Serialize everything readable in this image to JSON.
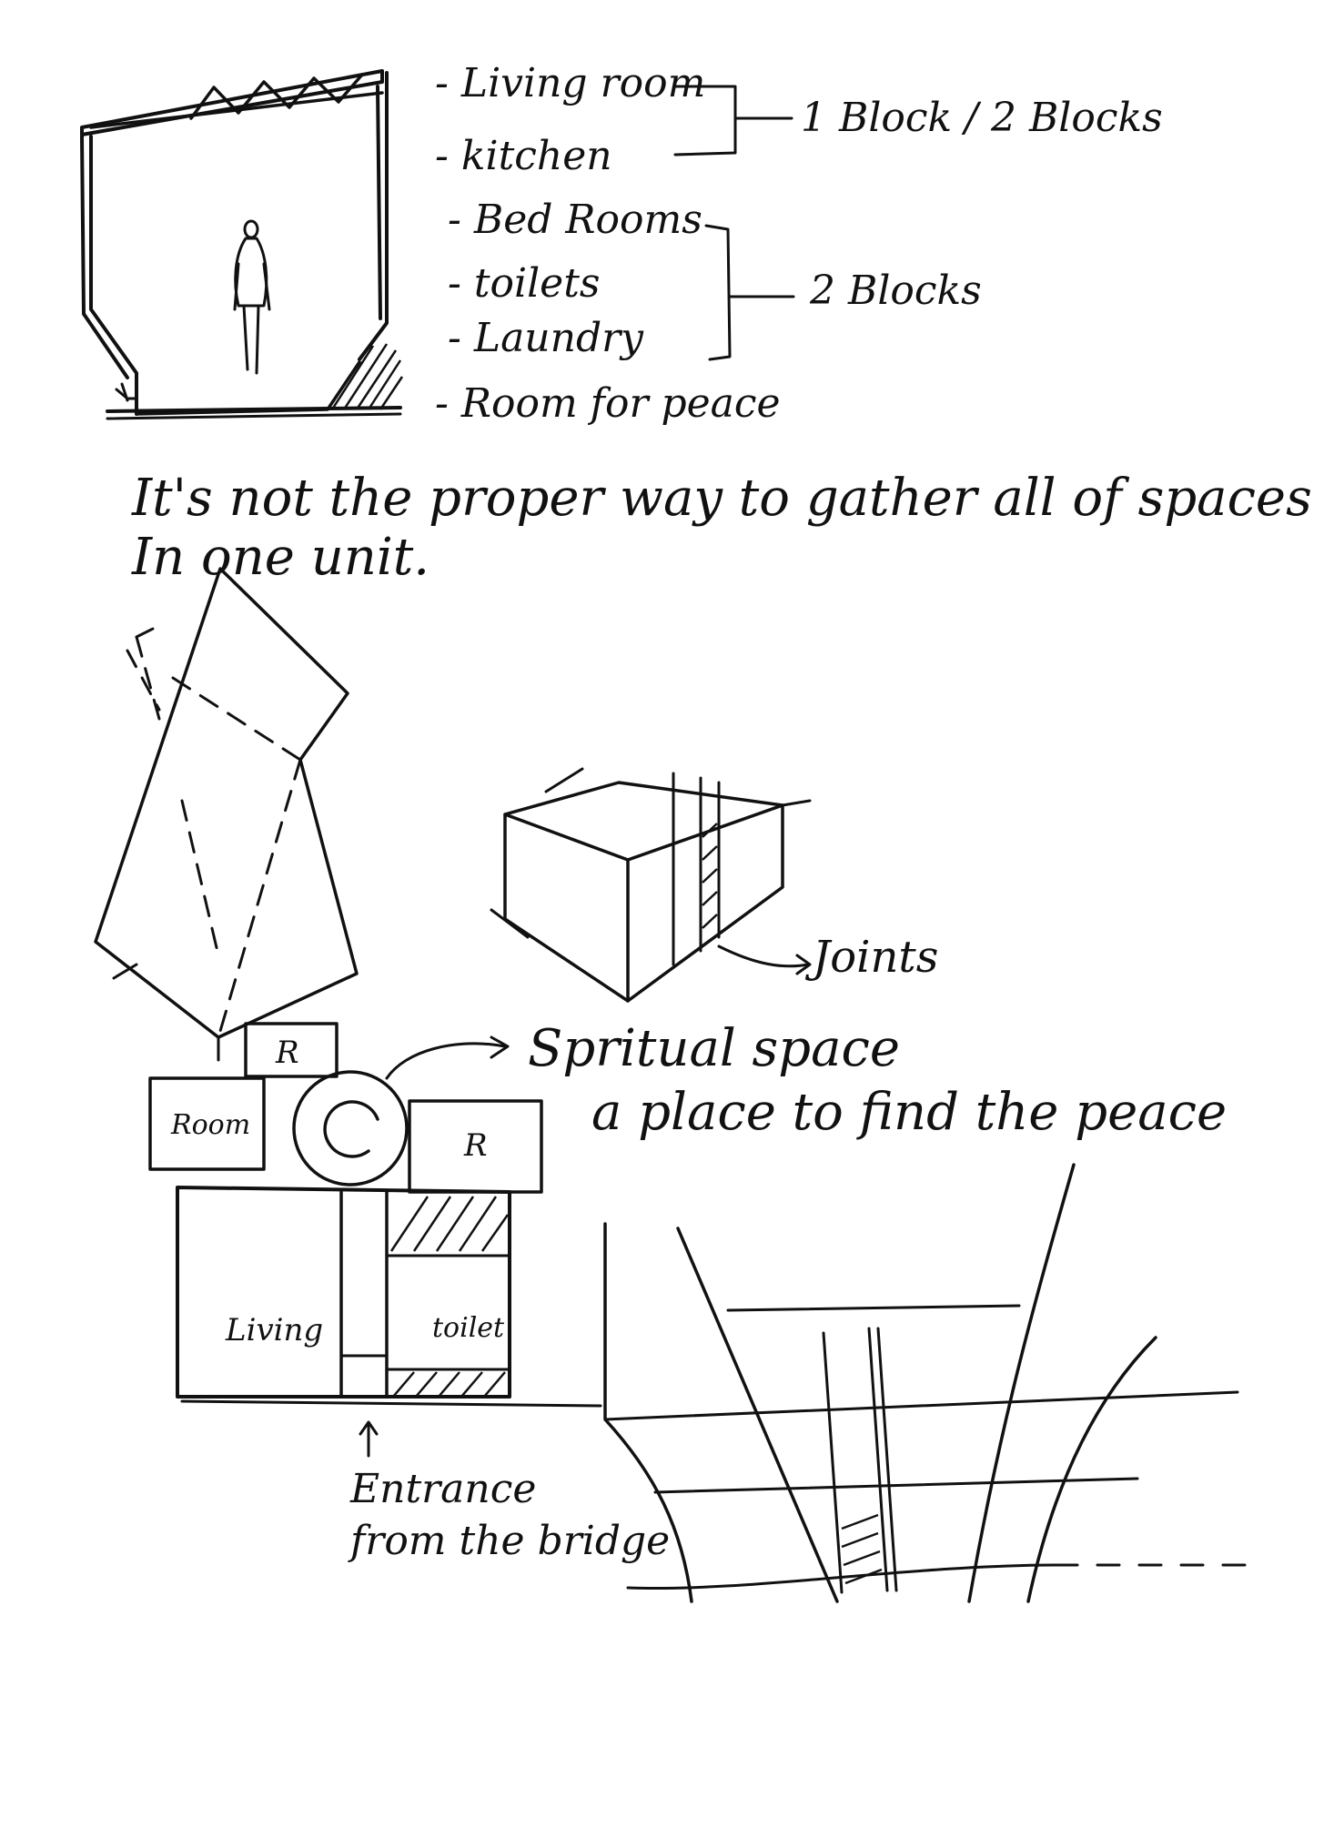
{
  "program_list": {
    "items": [
      "- Living room",
      "- kitchen",
      "- Bed Rooms",
      "- toilets",
      "- Laundry",
      "- Room for peace"
    ],
    "group_a_label": "1 Block / 2 Blocks",
    "group_b_label": "2 Blocks"
  },
  "note": {
    "line1": "It's not the proper way to gather all of spaces",
    "line2": "In one unit."
  },
  "box_sketch": {
    "joints_label": "Joints"
  },
  "plan": {
    "room_left": "Room",
    "room_top": "R",
    "room_right": "R",
    "living": "Living",
    "toilet": "toilet",
    "spiritual_label": "Spritual space",
    "spiritual_sub": "a place to find the peace",
    "entrance_line1": "Entrance",
    "entrance_line2": "from the bridge"
  },
  "colors": {
    "ink": "#111111",
    "paper": "#ffffff"
  }
}
